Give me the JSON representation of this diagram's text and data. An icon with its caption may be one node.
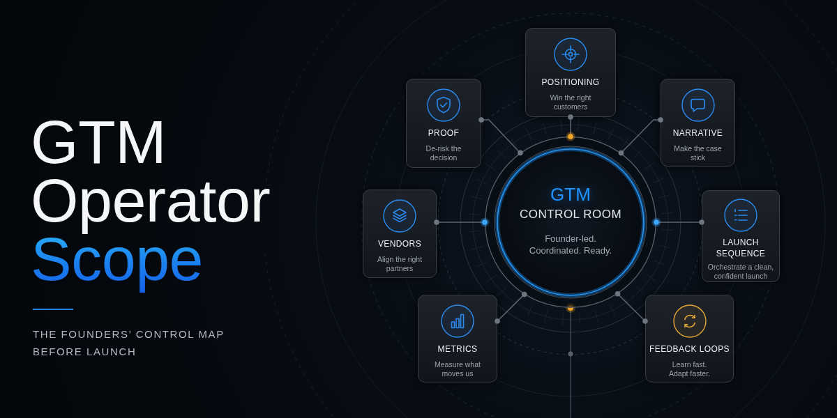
{
  "diagram": {
    "title": "GTM Operator Scope",
    "caption": "THE FOUNDERS’ CONTROL MAP BEFORE LAUNCH",
    "nodes": [
      {
        "text": [
          "POSITIONING",
          "Win the right customers"
        ]
      },
      {
        "text": [
          "PROOF",
          "De-risk the decision"
        ]
      },
      {
        "text": [
          "NARRATIVE",
          "Make the case stick"
        ]
      },
      {
        "text": [
          "GTM",
          "CONTROL ROOM",
          "Founder-led. Coordinated. Ready."
        ]
      },
      {
        "text": [
          "VENDORS",
          "Align the right partners"
        ]
      },
      {
        "text": [
          "LAUNCH SEQUENCE",
          "Orchestrate a clean, confident launch"
        ]
      },
      {
        "text": [
          "METRICS",
          "Measure what moves us"
        ]
      },
      {
        "text": [
          "FEEDBACK LOOPS",
          "Learn fast. Adapt faster."
        ]
      }
    ],
    "edges": [
      {
        "from": 3,
        "to": 0,
        "arrow": "other"
      },
      {
        "from": 3,
        "to": 1,
        "arrow": "other"
      },
      {
        "from": 3,
        "to": 2,
        "arrow": "other"
      },
      {
        "from": 3,
        "to": 4,
        "arrow": "other"
      },
      {
        "from": 3,
        "to": 5,
        "arrow": "other"
      },
      {
        "from": 3,
        "to": 6,
        "arrow": "other"
      },
      {
        "from": 3,
        "to": 7,
        "arrow": "other"
      }
    ]
  }
}
